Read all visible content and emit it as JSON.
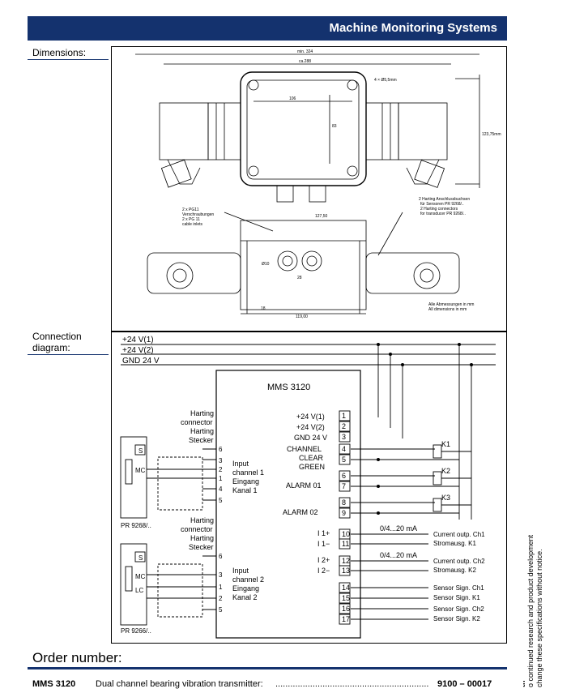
{
  "header": {
    "title": "Machine Monitoring Systems"
  },
  "sections": {
    "dimensions": "Dimensions:",
    "connection_line1": "Connection",
    "connection_line2": "diagram:"
  },
  "dimensions": {
    "min324": "min. 324",
    "ca288": "ca.288",
    "holes": "4 × Ø5,5mm",
    "d106": "106",
    "d83": "83",
    "d123": "123,75mm",
    "pg_de": "2 x PG11",
    "pg_de2": "Verschraubungen",
    "pg_en": "2 x PG 11",
    "pg_en2": "cable inlets",
    "harting1": "2 Harting Anschlussbuchsen",
    "harting2": "für Sensoren PR 9268/..",
    "harting3": "2 Harting connectors",
    "harting4": "for transducer PR 9268/..",
    "d127": "127,50",
    "d10": "Ø10",
    "d28": "28",
    "d119": "119,00",
    "d18": "18",
    "units_de": "Alle Abmessungen in mm",
    "units_en": "All dimensions in mm"
  },
  "connection": {
    "supply1": "+24  V(1)",
    "supply2": "+24  V(2)",
    "gnd": "GND  24  V",
    "device": "MMS 3120",
    "terminal_labels": {
      "t1": "+24  V(1)",
      "t2": "+24  V(2)",
      "t3": "GND  24  V",
      "ch_clear1": "CHANNEL",
      "ch_clear2": "CLEAR",
      "ch_clear3": "GREEN",
      "alarm01": "ALARM  01",
      "alarm02": "ALARM  02",
      "i1p": "I  1+",
      "i1m": "I  1−",
      "i2p": "I  2+",
      "i2m": "I  2−"
    },
    "terminals": [
      "1",
      "2",
      "3",
      "4",
      "5",
      "6",
      "7",
      "8",
      "9",
      "10",
      "11",
      "12",
      "13",
      "14",
      "15",
      "16",
      "17"
    ],
    "relays": [
      "K1",
      "K2",
      "K3"
    ],
    "current1": "0/4...20  mA",
    "current2": "0/4...20  mA",
    "out1_en": "Current outp. Ch1",
    "out1_de": "Stromausg. K1",
    "out2_en": "Current outp. Ch2",
    "out2_de": "Stromausg. K2",
    "sens1_en": "Sensor Sign. Ch1",
    "sens1_de": "Sensor Sign. K1",
    "sens2_en": "Sensor Sign. Ch2",
    "sens2_de": "Sensor Sign. K2",
    "harting_a": "Harting",
    "harting_b": "connector",
    "harting_c": "Harting",
    "harting_d": "Stecker",
    "input1_a": "Input",
    "input1_b": "channel  1",
    "input1_c": "Eingang",
    "input1_d": "Kanal  1",
    "input2_a": "Input",
    "input2_b": "channel  2",
    "input2_c": "Eingang",
    "input2_d": "Kanal  2",
    "sensor1": "PR 9268/..",
    "sensor2": "PR 9266/..",
    "s_label": "S",
    "mc_label": "MC",
    "lc_label": "LC",
    "pins1": [
      "6",
      "3",
      "2",
      "1",
      "4",
      "5"
    ],
    "pins2": [
      "6",
      "3",
      "1",
      "2",
      "5"
    ]
  },
  "order": {
    "title": "Order number:",
    "model": "MMS 3120",
    "description": "Dual channel bearing vibration transmitter:",
    "dots": "........................................................................",
    "number": "9100 – 00017"
  },
  "sidenote": {
    "line1": "o continued research and product development",
    "line2": "change these specifications without notice.",
    "line3": "th"
  }
}
